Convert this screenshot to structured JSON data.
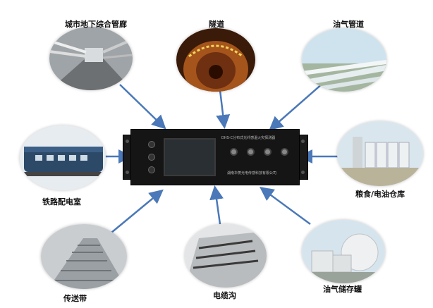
{
  "nodes": [
    {
      "id": "utility-tunnel",
      "label": "城市地下综合管廊"
    },
    {
      "id": "tunnel",
      "label": "隧道"
    },
    {
      "id": "oil-gas-pipeline",
      "label": "油气管道"
    },
    {
      "id": "railway-room",
      "label": "铁路配电室"
    },
    {
      "id": "grain-depot",
      "label": "粮食/电油仓库"
    },
    {
      "id": "conveyor",
      "label": "传送带"
    },
    {
      "id": "cable-trench",
      "label": "电缆沟"
    },
    {
      "id": "oil-gas-storage",
      "label": "油气储存罐"
    }
  ],
  "device": {
    "title": "DHS-C分布式光纤感温火灾探测器",
    "maker": "湖南华菱光电传感科技有限公司"
  },
  "colors": {
    "arrow": "#4a78b8",
    "device": "#151515"
  }
}
